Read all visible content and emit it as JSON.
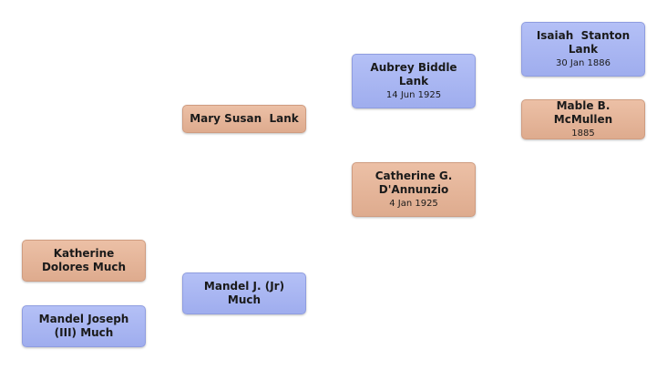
{
  "people": {
    "isaiah": {
      "name": "Isaiah  Stanton Lank",
      "date": "30 Jan 1886"
    },
    "mable": {
      "name": "Mable B.  McMullen",
      "date": "1885"
    },
    "aubrey": {
      "name": "Aubrey Biddle Lank",
      "date": "14 Jun 1925"
    },
    "catherine": {
      "name": "Catherine G. D'Annunzio",
      "date": "4 Jan 1925"
    },
    "mary": {
      "name": "Mary Susan  Lank"
    },
    "mandel_jr": {
      "name": "Mandel J. (Jr) Much"
    },
    "katherine": {
      "name": "Katherine Dolores Much"
    },
    "mandel_iii": {
      "name": "Mandel Joseph (III) Much"
    }
  },
  "colors": {
    "male": "#a8b5f2",
    "female": "#e4b59a"
  }
}
